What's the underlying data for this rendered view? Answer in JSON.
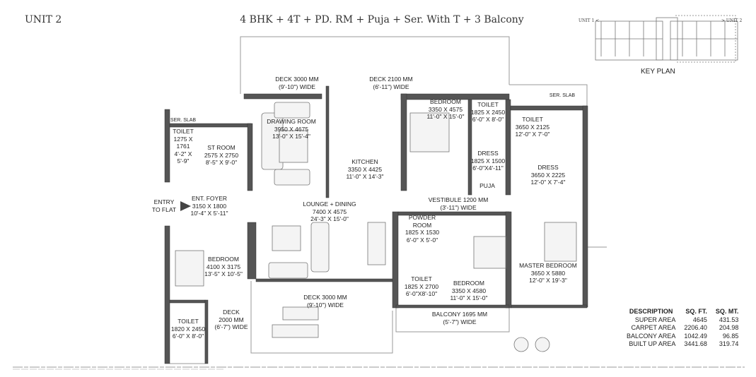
{
  "header": {
    "unit": "UNIT 2",
    "title": "4 BHK + 4T + PD. RM + Puja + Ser. With T + 3 Balcony"
  },
  "key_plan": {
    "title": "KEY PLAN",
    "unit1": "UNIT 1 <",
    "unit2": "> UNIT 2"
  },
  "rooms": {
    "deck_top_left": [
      "DECK 3000 MM",
      "(9'-10\") WIDE"
    ],
    "deck_top_mid": [
      "DECK 2100 MM",
      "(6'-11\") WIDE"
    ],
    "drawing_room": [
      "DRAWING ROOM",
      "3950 X 4675",
      "13'-0\" X 15'-4\""
    ],
    "st_room": [
      "ST ROOM",
      "2575 X 2750",
      "8'-5\" X 9'-0\""
    ],
    "ser_slab_left": "SER. SLAB",
    "toilet_servant": [
      "TOILET",
      "1275 X",
      "1761",
      "4'-2\" X",
      "5'-9\""
    ],
    "kitchen": [
      "KITCHEN",
      "3350 X 4425",
      "11'-0\" X 14'-3\""
    ],
    "bedroom_top": [
      "BEDROOM",
      "3350 X 4575",
      "11'-0\" X 15'-0\""
    ],
    "toilet_top": [
      "TOILET",
      "1825 X 2450",
      "6'-0\" X 8'-0\""
    ],
    "dress_small": [
      "DRESS",
      "1825 X 1500",
      "6'-0\"X4'-11\""
    ],
    "puja": "PUJA",
    "ser_slab_right": "SER. SLAB",
    "toilet_master": [
      "TOILET",
      "3650 X 2125",
      "12'-0\" X 7'-0\""
    ],
    "dress_master": [
      "DRESS",
      "3650 X 2225",
      "12'-0\" X 7'-4\""
    ],
    "vestibule": [
      "VESTIBULE 1200 MM",
      "(3'-11\") WIDE"
    ],
    "entry": [
      "ENTRY",
      "TO FLAT"
    ],
    "ent_foyer": [
      "ENT. FOYER",
      "3150 X 1800",
      "10'-4\" X 5'-11\""
    ],
    "lounge_dining": [
      "LOUNGE + DINING",
      "7400 X 4575",
      "24'-3\" X 15'-0\""
    ],
    "bedroom_left": [
      "BEDROOM",
      "4100 X 3175",
      "13'-5\" X 10'-5\""
    ],
    "powder_room": [
      "POWDER",
      "ROOM",
      "1825 X 1530",
      "6'-0\" X 5'-0\""
    ],
    "toilet_mid": [
      "TOILET",
      "1825 X 2700",
      "6'-0\"X8'-10\""
    ],
    "bedroom_mid": [
      "BEDROOM",
      "3350 X 4580",
      "11'-0\" X 15'-0\""
    ],
    "master_bedroom": [
      "MASTER BEDROOM",
      "3650 X 5880",
      "12'-0\" X 19'-3\""
    ],
    "deck_bottom": [
      "DECK 3000 MM",
      "(9'-10\") WIDE"
    ],
    "deck_small": [
      "DECK",
      "2000 MM",
      "(6'-7\") WIDE"
    ],
    "toilet_left": [
      "TOILET",
      "1820 X 2450",
      "6'-0\" X 8'-0\""
    ],
    "balcony": [
      "BALCONY 1695 MM",
      "(5'-7\") WIDE"
    ]
  },
  "area_table": {
    "headers": [
      "DESCRIPTION",
      "SQ. FT.",
      "SQ. MT."
    ],
    "rows": [
      [
        "SUPER AREA",
        "4645",
        "431.53"
      ],
      [
        "CARPET AREA",
        "2206.40",
        "204.98"
      ],
      [
        "BALCONY AREA",
        "1042.49",
        "96.85"
      ],
      [
        "BUILT UP AREA",
        "3441.68",
        "319.74"
      ]
    ]
  },
  "colors": {
    "wall": "#4a4a4a",
    "outline": "#9a9a9a",
    "text": "#222222"
  }
}
